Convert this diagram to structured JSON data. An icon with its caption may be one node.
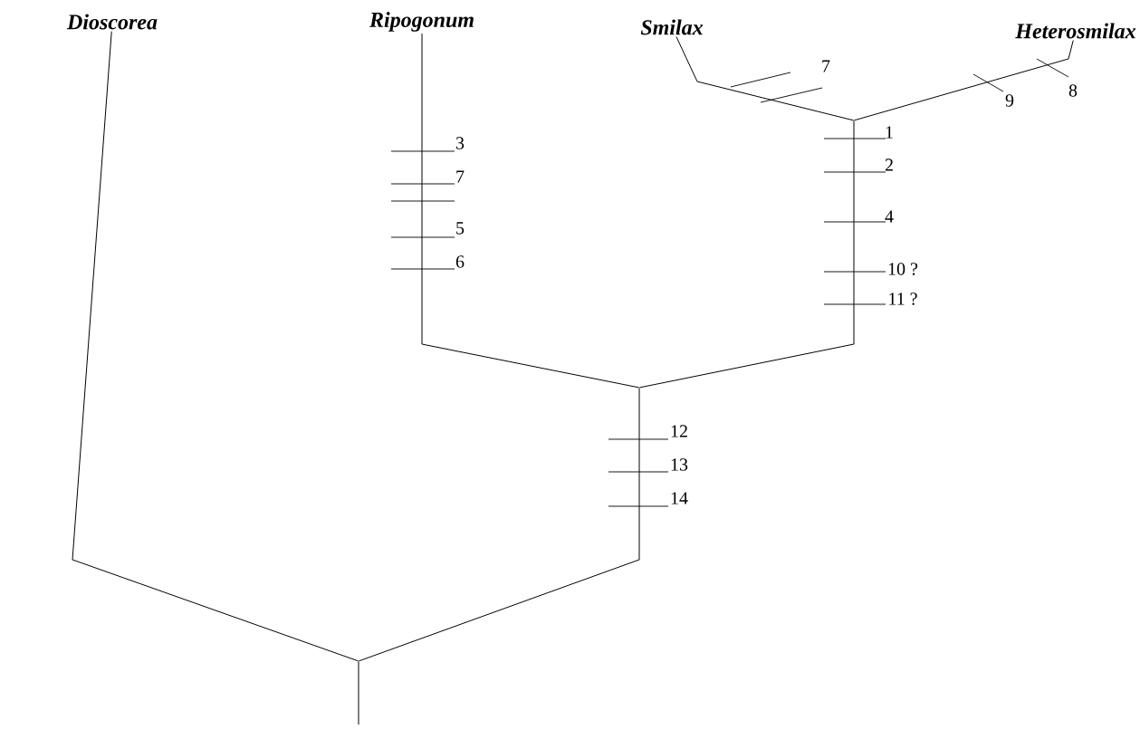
{
  "diagram": {
    "nodes": [
      {
        "text": [
          "*Dioscorea*"
        ]
      },
      {
        "text": [
          "*Ripogonum*"
        ]
      },
      {
        "text": [
          "*Smilax*"
        ]
      },
      {
        "text": [
          "*Heterosmilax*"
        ]
      },
      {
        "text": [],
        "shape": "point"
      },
      {
        "text": [],
        "shape": "point"
      },
      {
        "text": [],
        "shape": "point"
      }
    ],
    "edges": [
      {
        "from": 4,
        "to": 2,
        "arrow": "none"
      },
      {
        "from": 4,
        "to": 3,
        "arrow": "none"
      },
      {
        "from": 5,
        "to": 1,
        "arrow": "none"
      },
      {
        "from": 5,
        "to": 4,
        "arrow": "none"
      },
      {
        "from": 6,
        "to": 0,
        "arrow": "none"
      },
      {
        "from": 6,
        "to": 5,
        "arrow": "none"
      },
      {
        "from": null,
        "to": 6,
        "arrow": "none"
      }
    ],
    "labels": [
      "7",
      "8",
      "9",
      "1",
      "3",
      "2",
      "7",
      "4",
      "5",
      "6",
      "10 ?",
      "11 ?",
      "12",
      "13",
      "14"
    ]
  }
}
